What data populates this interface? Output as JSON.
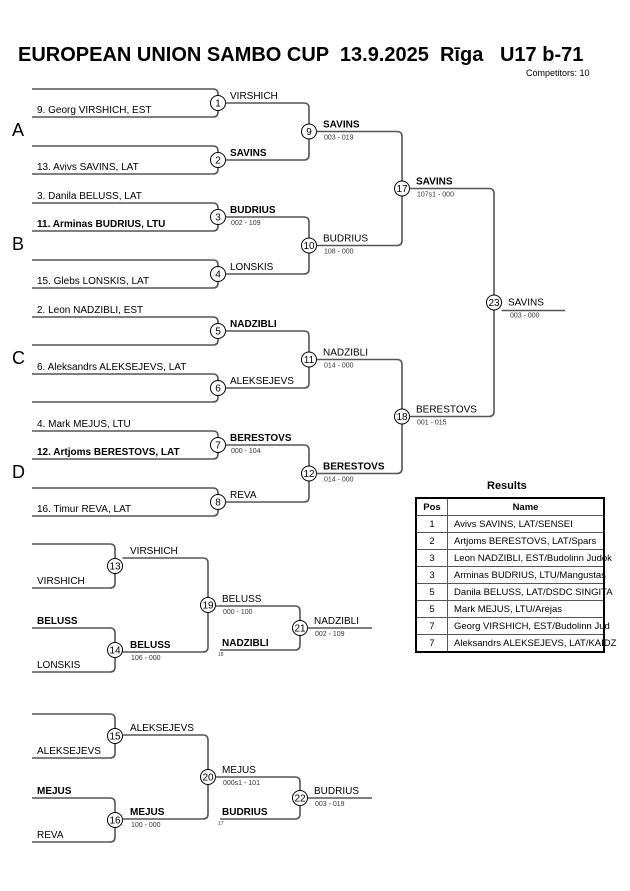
{
  "header": {
    "title": "EUROPEAN UNION SAMBO CUP  13.9.2025  Rīga   U17 b-71",
    "competitors": "Competitors: 10"
  },
  "pools": [
    "A",
    "B",
    "C",
    "D"
  ],
  "entrants": [
    {
      "label": "9. Georg VIRSHICH, EST",
      "bold": false
    },
    {
      "label": "13. Avivs SAVINS, LAT",
      "bold": false
    },
    {
      "label": "3. Danila BELUSS, LAT",
      "bold": false
    },
    {
      "label": "11. Arminas BUDRIUS, LTU",
      "bold": true
    },
    {
      "label": "15. Glebs LONSKIS, LAT",
      "bold": false
    },
    {
      "label": "2. Leon NADZIBLI, EST",
      "bold": false
    },
    {
      "label": "6. Aleksandrs ALEKSEJEVS, LAT",
      "bold": false
    },
    {
      "label": "4. Mark MEJUS, LTU",
      "bold": false
    },
    {
      "label": "12. Artjoms BERESTOVS, LAT",
      "bold": true
    },
    {
      "label": "16. Timur REVA, LAT",
      "bold": false
    }
  ],
  "matches": {
    "m1": {
      "no": "1",
      "winner": "VIRSHICH",
      "bold": false,
      "score": ""
    },
    "m2": {
      "no": "2",
      "winner": "SAVINS",
      "bold": true,
      "score": ""
    },
    "m3": {
      "no": "3",
      "winner": "BUDRIUS",
      "bold": true,
      "score": "002 - 109"
    },
    "m4": {
      "no": "4",
      "winner": "LONSKIS",
      "bold": false,
      "score": ""
    },
    "m5": {
      "no": "5",
      "winner": "NADZIBLI",
      "bold": true,
      "score": ""
    },
    "m6": {
      "no": "6",
      "winner": "ALEKSEJEVS",
      "bold": false,
      "score": ""
    },
    "m7": {
      "no": "7",
      "winner": "BERESTOVS",
      "bold": true,
      "score": "000 - 104"
    },
    "m8": {
      "no": "8",
      "winner": "REVA",
      "bold": false,
      "score": ""
    },
    "m9": {
      "no": "9",
      "winner": "SAVINS",
      "bold": true,
      "score": "003 - 019"
    },
    "m10": {
      "no": "10",
      "winner": "BUDRIUS",
      "bold": false,
      "score": "108 - 000"
    },
    "m11": {
      "no": "11",
      "winner": "NADZIBLI",
      "bold": false,
      "score": "014 - 000"
    },
    "m12": {
      "no": "12",
      "winner": "BERESTOVS",
      "bold": true,
      "score": "014 - 000"
    },
    "m17": {
      "no": "17",
      "winner": "SAVINS",
      "bold": true,
      "score": "107s1 - 000"
    },
    "m18": {
      "no": "18",
      "winner": "BERESTOVS",
      "bold": false,
      "score": "001 - 015"
    },
    "m23": {
      "no": "23",
      "winner": "SAVINS",
      "bold": false,
      "score": "003 - 000"
    },
    "m13": {
      "no": "13",
      "winner": "VIRSHICH",
      "bold": false,
      "score": ""
    },
    "m14": {
      "no": "14",
      "winner": "BELUSS",
      "bold": true,
      "score": "106 - 000"
    },
    "m19": {
      "no": "19",
      "winner": "BELUSS",
      "bold": false,
      "score": "000 - 100"
    },
    "m21": {
      "no": "21",
      "winner": "NADZIBLI",
      "bold": false,
      "score": "002 - 109"
    },
    "m15": {
      "no": "15",
      "winner": "ALEKSEJEVS",
      "bold": false,
      "score": ""
    },
    "m16": {
      "no": "16",
      "winner": "MEJUS",
      "bold": true,
      "score": "100 - 000"
    },
    "m20": {
      "no": "20",
      "winner": "MEJUS",
      "bold": false,
      "score": "000s1 - 101"
    },
    "m22": {
      "no": "22",
      "winner": "BUDRIUS",
      "bold": false,
      "score": "003 - 019"
    }
  },
  "repechage": {
    "r13_bottom": "VIRSHICH",
    "r14_top": "BELUSS",
    "r14_bottom": "LONSKIS",
    "r21_lower": "NADZIBLI",
    "r21_lower_from": "18",
    "r15_bottom": "ALEKSEJEVS",
    "r16_top": "MEJUS",
    "r16_bottom": "REVA",
    "r22_lower": "BUDRIUS",
    "r22_lower_from": "17"
  },
  "results": {
    "title": "Results",
    "headers": [
      "Pos",
      "Name"
    ],
    "rows": [
      {
        "pos": "1",
        "name": "Avivs SAVINS, LAT/SENSEI"
      },
      {
        "pos": "2",
        "name": "Artjoms BERESTOVS, LAT/Spars"
      },
      {
        "pos": "3",
        "name": "Leon NADZIBLI, EST/Budolinn Judok"
      },
      {
        "pos": "3",
        "name": "Arminas BUDRIUS, LTU/Mangustas"
      },
      {
        "pos": "5",
        "name": "Danila BELUSS, LAT/DSDC SINGITA"
      },
      {
        "pos": "5",
        "name": "Mark MEJUS, LTU/Arėjas"
      },
      {
        "pos": "7",
        "name": "Georg VIRSHICH, EST/Budolinn Jud"
      },
      {
        "pos": "7",
        "name": "Aleksandrs ALEKSEJEVS, LAT/KAIDZ"
      }
    ]
  },
  "colors": {
    "line": "#555555",
    "score": "#333333"
  }
}
